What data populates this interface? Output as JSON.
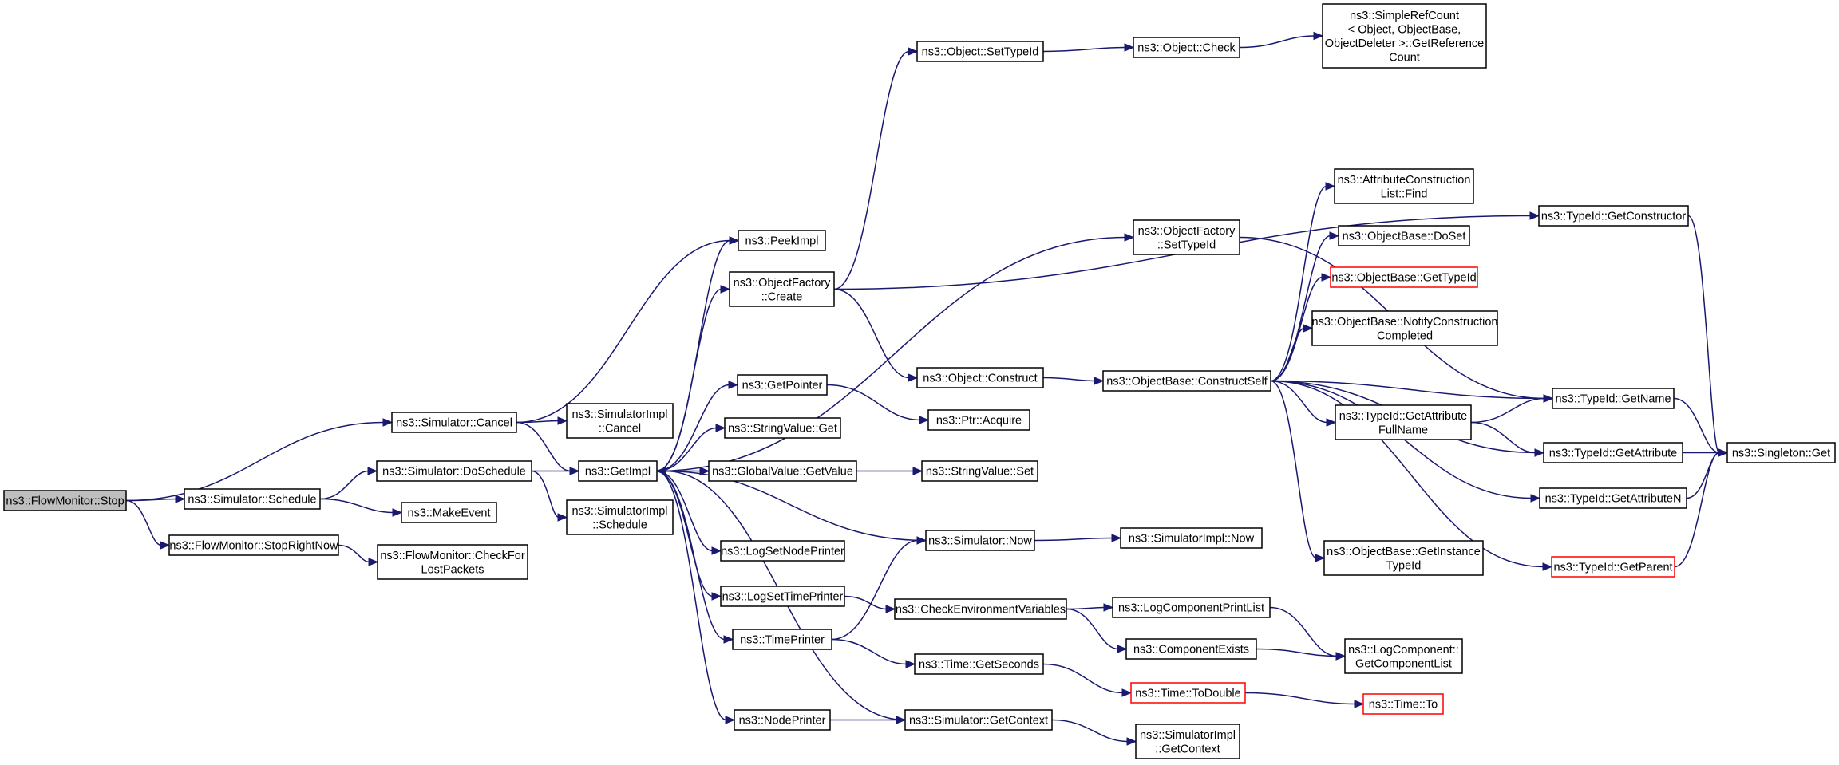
{
  "diagram": {
    "nodes": [
      {
        "id": "stop",
        "lines": [
          "ns3::FlowMonitor::Stop"
        ],
        "highlight": true
      },
      {
        "id": "sim_cancel",
        "lines": [
          "ns3::Simulator::Cancel"
        ]
      },
      {
        "id": "sim_schedule",
        "lines": [
          "ns3::Simulator::Schedule"
        ]
      },
      {
        "id": "stop_right_now",
        "lines": [
          "ns3::FlowMonitor::StopRightNow"
        ]
      },
      {
        "id": "simimpl_cancel",
        "lines": [
          "ns3::SimulatorImpl",
          "::Cancel"
        ]
      },
      {
        "id": "getimpl",
        "lines": [
          "ns3::GetImpl"
        ]
      },
      {
        "id": "do_schedule",
        "lines": [
          "ns3::Simulator::DoSchedule"
        ]
      },
      {
        "id": "make_event",
        "lines": [
          "ns3::MakeEvent"
        ]
      },
      {
        "id": "check_lost",
        "lines": [
          "ns3::FlowMonitor::CheckFor",
          "LostPackets"
        ]
      },
      {
        "id": "simimpl_schedule",
        "lines": [
          "ns3::SimulatorImpl",
          "::Schedule"
        ]
      },
      {
        "id": "peek_impl",
        "lines": [
          "ns3::PeekImpl"
        ]
      },
      {
        "id": "of_create",
        "lines": [
          "ns3::ObjectFactory",
          "::Create"
        ]
      },
      {
        "id": "get_pointer",
        "lines": [
          "ns3::GetPointer"
        ]
      },
      {
        "id": "stringvalue_get",
        "lines": [
          "ns3::StringValue::Get"
        ]
      },
      {
        "id": "globalvalue_getvalue",
        "lines": [
          "ns3::GlobalValue::GetValue"
        ]
      },
      {
        "id": "log_node_printer",
        "lines": [
          "ns3::LogSetNodePrinter"
        ]
      },
      {
        "id": "log_time_printer",
        "lines": [
          "ns3::LogSetTimePrinter"
        ]
      },
      {
        "id": "time_printer",
        "lines": [
          "ns3::TimePrinter"
        ]
      },
      {
        "id": "node_printer",
        "lines": [
          "ns3::NodePrinter"
        ]
      },
      {
        "id": "obj_settypeid",
        "lines": [
          "ns3::Object::SetTypeId"
        ]
      },
      {
        "id": "obj_construct",
        "lines": [
          "ns3::Object::Construct"
        ]
      },
      {
        "id": "ptr_acquire",
        "lines": [
          "ns3::Ptr::Acquire"
        ]
      },
      {
        "id": "stringvalue_set",
        "lines": [
          "ns3::StringValue::Set"
        ]
      },
      {
        "id": "sim_now",
        "lines": [
          "ns3::Simulator::Now"
        ]
      },
      {
        "id": "check_env",
        "lines": [
          "ns3::CheckEnvironmentVariables"
        ]
      },
      {
        "id": "time_getseconds",
        "lines": [
          "ns3::Time::GetSeconds"
        ]
      },
      {
        "id": "sim_getcontext",
        "lines": [
          "ns3::Simulator::GetContext"
        ]
      },
      {
        "id": "obj_check",
        "lines": [
          "ns3::Object::Check"
        ]
      },
      {
        "id": "of_settypeid",
        "lines": [
          "ns3::ObjectFactory",
          "::SetTypeId"
        ]
      },
      {
        "id": "ob_constructself",
        "lines": [
          "ns3::ObjectBase::ConstructSelf"
        ]
      },
      {
        "id": "simimpl_now",
        "lines": [
          "ns3::SimulatorImpl::Now"
        ]
      },
      {
        "id": "log_comp_printlist",
        "lines": [
          "ns3::LogComponentPrintList"
        ]
      },
      {
        "id": "comp_exists",
        "lines": [
          "ns3::ComponentExists"
        ]
      },
      {
        "id": "time_todouble",
        "lines": [
          "ns3::Time::ToDouble"
        ],
        "red": true
      },
      {
        "id": "simimpl_getcontext",
        "lines": [
          "ns3::SimulatorImpl",
          "::GetContext"
        ]
      },
      {
        "id": "simple_refcount",
        "lines": [
          "ns3::SimpleRefCount",
          "< Object, ObjectBase,",
          "ObjectDeleter >::GetReference",
          "Count"
        ]
      },
      {
        "id": "acl_find",
        "lines": [
          "ns3::AttributeConstruction",
          "List::Find"
        ]
      },
      {
        "id": "ob_doset",
        "lines": [
          "ns3::ObjectBase::DoSet"
        ]
      },
      {
        "id": "ob_gettypeid",
        "lines": [
          "ns3::ObjectBase::GetTypeId"
        ],
        "red": true
      },
      {
        "id": "ob_notify",
        "lines": [
          "ns3::ObjectBase::NotifyConstruction",
          "Completed"
        ]
      },
      {
        "id": "tid_getattrfullname",
        "lines": [
          "ns3::TypeId::GetAttribute",
          "FullName"
        ]
      },
      {
        "id": "ob_getinstancetypeid",
        "lines": [
          "ns3::ObjectBase::GetInstance",
          "TypeId"
        ]
      },
      {
        "id": "log_comp_getlist",
        "lines": [
          "ns3::LogComponent::",
          "GetComponentList"
        ]
      },
      {
        "id": "time_to",
        "lines": [
          "ns3::Time::To"
        ],
        "red": true
      },
      {
        "id": "tid_getconstructor",
        "lines": [
          "ns3::TypeId::GetConstructor"
        ]
      },
      {
        "id": "tid_getname",
        "lines": [
          "ns3::TypeId::GetName"
        ]
      },
      {
        "id": "tid_getattribute",
        "lines": [
          "ns3::TypeId::GetAttribute"
        ]
      },
      {
        "id": "tid_getattributen",
        "lines": [
          "ns3::TypeId::GetAttributeN"
        ]
      },
      {
        "id": "tid_getparent",
        "lines": [
          "ns3::TypeId::GetParent"
        ],
        "red": true
      },
      {
        "id": "singleton_get",
        "lines": [
          "ns3::Singleton::Get"
        ]
      }
    ],
    "edges": [
      [
        "stop",
        "sim_cancel"
      ],
      [
        "stop",
        "sim_schedule"
      ],
      [
        "stop",
        "stop_right_now"
      ],
      [
        "sim_cancel",
        "simimpl_cancel"
      ],
      [
        "sim_cancel",
        "getimpl"
      ],
      [
        "sim_cancel",
        "peek_impl"
      ],
      [
        "sim_schedule",
        "do_schedule"
      ],
      [
        "sim_schedule",
        "make_event"
      ],
      [
        "stop_right_now",
        "check_lost"
      ],
      [
        "do_schedule",
        "getimpl"
      ],
      [
        "do_schedule",
        "simimpl_schedule"
      ],
      [
        "getimpl",
        "peek_impl"
      ],
      [
        "getimpl",
        "of_create"
      ],
      [
        "getimpl",
        "of_settypeid"
      ],
      [
        "getimpl",
        "get_pointer"
      ],
      [
        "getimpl",
        "stringvalue_get"
      ],
      [
        "getimpl",
        "globalvalue_getvalue"
      ],
      [
        "getimpl",
        "log_node_printer"
      ],
      [
        "getimpl",
        "log_time_printer"
      ],
      [
        "getimpl",
        "time_printer"
      ],
      [
        "getimpl",
        "node_printer"
      ],
      [
        "of_create",
        "obj_settypeid"
      ],
      [
        "of_create",
        "obj_construct"
      ],
      [
        "of_create",
        "tid_getconstructor"
      ],
      [
        "get_pointer",
        "ptr_acquire"
      ],
      [
        "globalvalue_getvalue",
        "stringvalue_set"
      ],
      [
        "log_time_printer",
        "check_env"
      ],
      [
        "time_printer",
        "sim_now"
      ],
      [
        "time_printer",
        "time_getseconds"
      ],
      [
        "node_printer",
        "sim_getcontext"
      ],
      [
        "sim_now",
        "getimpl"
      ],
      [
        "sim_now",
        "simimpl_now"
      ],
      [
        "sim_getcontext",
        "getimpl"
      ],
      [
        "sim_getcontext",
        "simimpl_getcontext"
      ],
      [
        "obj_settypeid",
        "obj_check"
      ],
      [
        "obj_check",
        "simple_refcount"
      ],
      [
        "obj_construct",
        "ob_constructself"
      ],
      [
        "of_settypeid",
        "tid_getname"
      ],
      [
        "ob_constructself",
        "acl_find"
      ],
      [
        "ob_constructself",
        "ob_doset"
      ],
      [
        "ob_constructself",
        "ob_gettypeid"
      ],
      [
        "ob_constructself",
        "ob_notify"
      ],
      [
        "ob_constructself",
        "tid_getname"
      ],
      [
        "ob_constructself",
        "tid_getattrfullname"
      ],
      [
        "ob_constructself",
        "tid_getattribute"
      ],
      [
        "ob_constructself",
        "tid_getattributen"
      ],
      [
        "ob_constructself",
        "ob_getinstancetypeid"
      ],
      [
        "ob_constructself",
        "tid_getparent"
      ],
      [
        "check_env",
        "log_comp_printlist"
      ],
      [
        "check_env",
        "comp_exists"
      ],
      [
        "log_comp_printlist",
        "log_comp_getlist"
      ],
      [
        "comp_exists",
        "log_comp_getlist"
      ],
      [
        "time_getseconds",
        "time_todouble"
      ],
      [
        "time_todouble",
        "time_to"
      ],
      [
        "tid_getattrfullname",
        "tid_getname"
      ],
      [
        "tid_getattrfullname",
        "tid_getattribute"
      ],
      [
        "tid_getconstructor",
        "singleton_get"
      ],
      [
        "tid_getname",
        "singleton_get"
      ],
      [
        "tid_getattribute",
        "singleton_get"
      ],
      [
        "tid_getattributen",
        "singleton_get"
      ],
      [
        "tid_getparent",
        "singleton_get"
      ]
    ]
  }
}
